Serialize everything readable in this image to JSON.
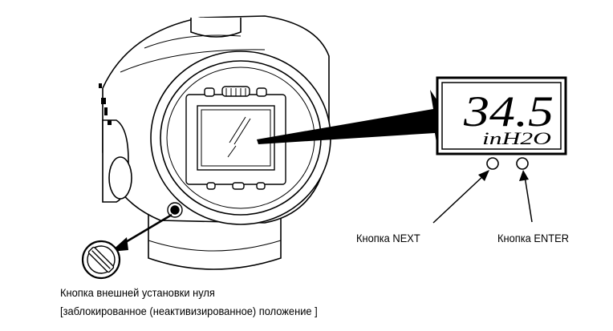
{
  "display": {
    "value": "34.5",
    "unit": "inH2O"
  },
  "labels": {
    "next_button": "Кнопка NEXT",
    "enter_button": "Кнопка ENTER",
    "zero_button_line1": "Кнопка внешней установки нуля",
    "zero_button_line2": "[заблокированное (неактивизированное) положение ]"
  }
}
